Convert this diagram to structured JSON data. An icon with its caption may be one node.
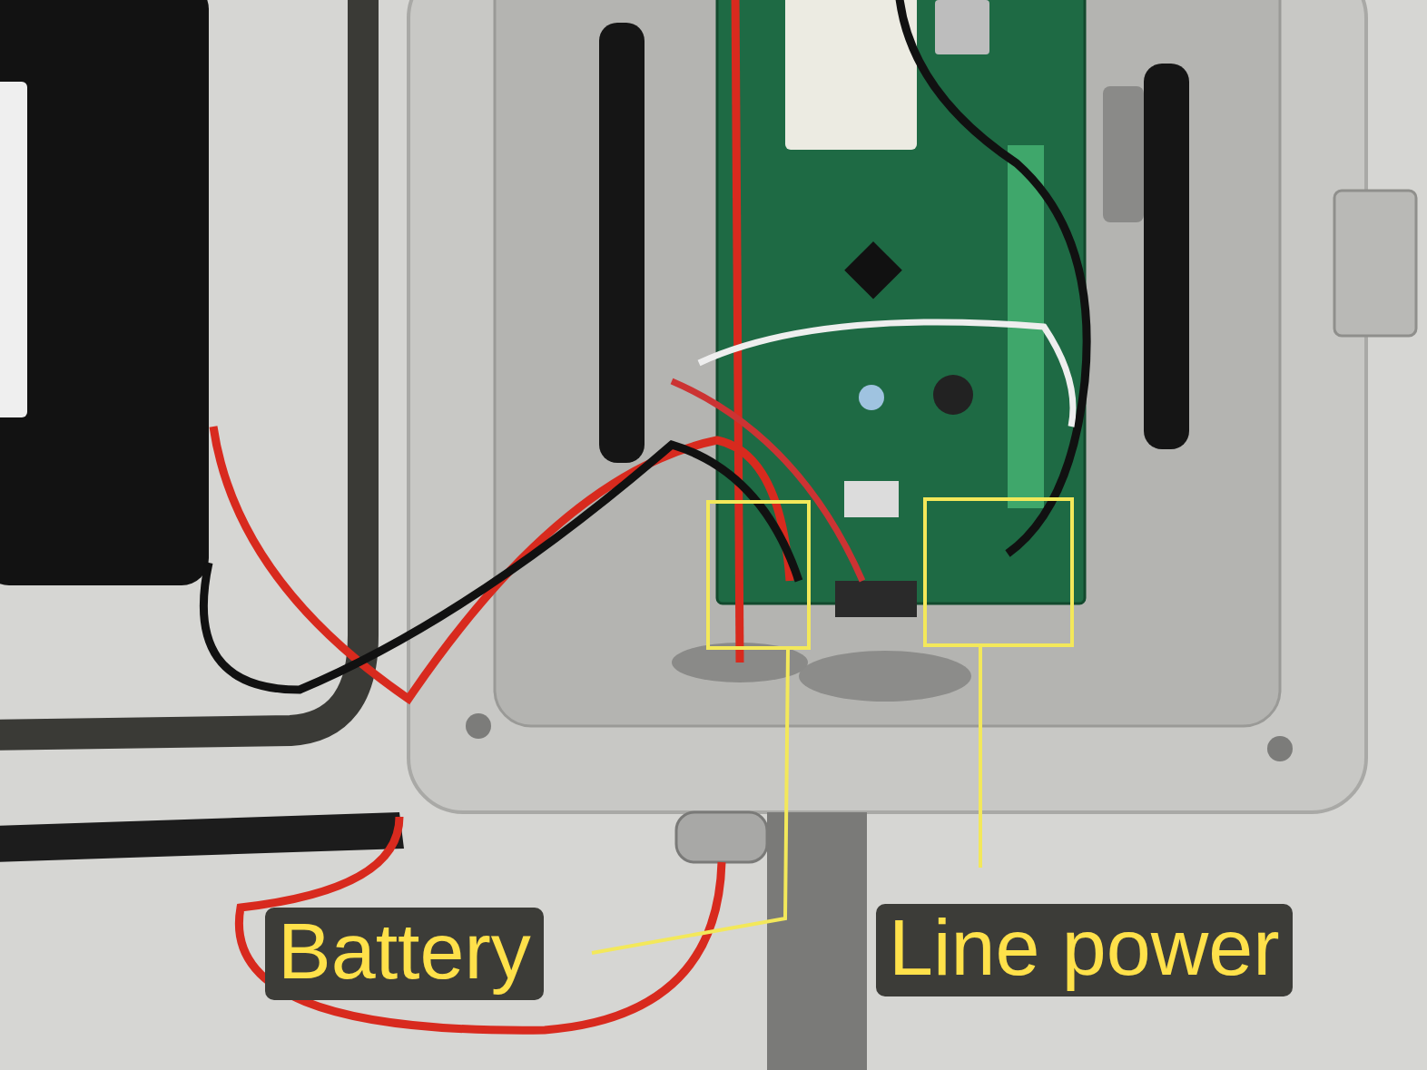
{
  "diagram": {
    "nodes": [
      {
        "text": [],
        "shape": "box"
      },
      {
        "text": [],
        "shape": "box"
      },
      {
        "text": [
          "Battery"
        ]
      },
      {
        "text": [
          "Line power"
        ]
      }
    ],
    "edges": [
      {
        "from": 2,
        "to": 0,
        "arrow": "none"
      },
      {
        "from": 3,
        "to": 1,
        "arrow": "none"
      }
    ]
  }
}
